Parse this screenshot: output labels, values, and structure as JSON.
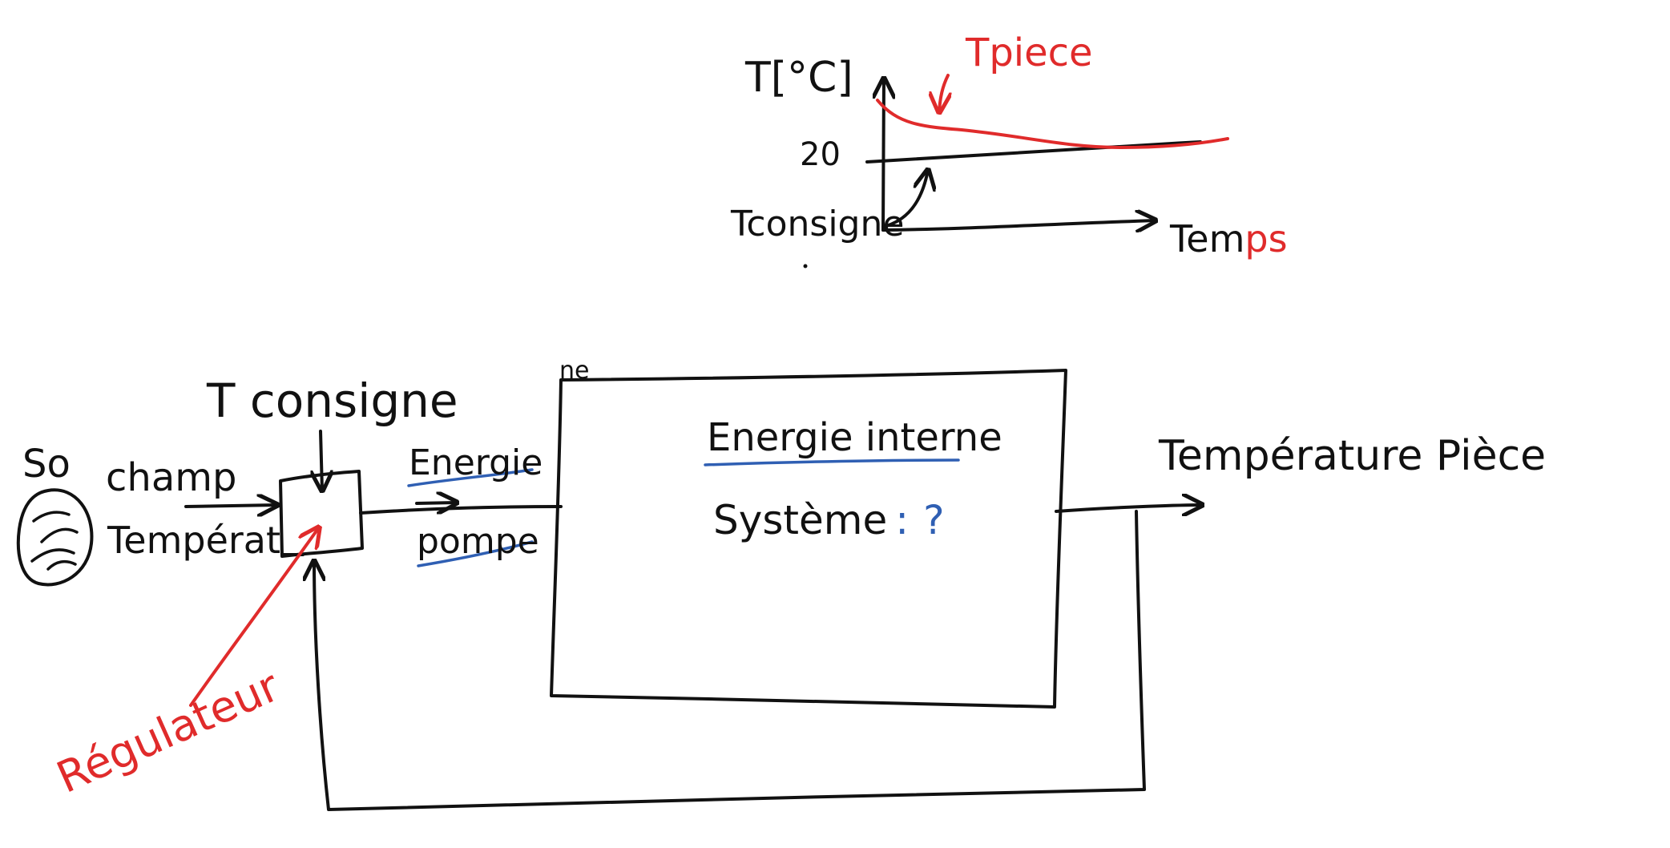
{
  "graph": {
    "axis_y_label": "T[°C]",
    "value_20": "20",
    "curve_label_piece": "Tpiece",
    "curve_label_consigne": "Tconsigne",
    "axis_x_label_black": "Tem",
    "axis_x_label_red": "ps"
  },
  "diagram": {
    "input_setpoint": "T consigne",
    "input_field_line1": "champ",
    "input_field_line2": "Températ",
    "sun_symbol": "So",
    "energy_top": "Energie",
    "energy_bottom": "pompe",
    "box_corner_fragment": "ne",
    "system_title": "Energie interne",
    "system_label": "Système",
    "system_colon": ":",
    "system_question": "?",
    "output_label": "Température Pièce",
    "regulator_label": "Régulateur"
  },
  "colors": {
    "black": "#111111",
    "red": "#e02b2b",
    "blue": "#2f5fb3"
  }
}
